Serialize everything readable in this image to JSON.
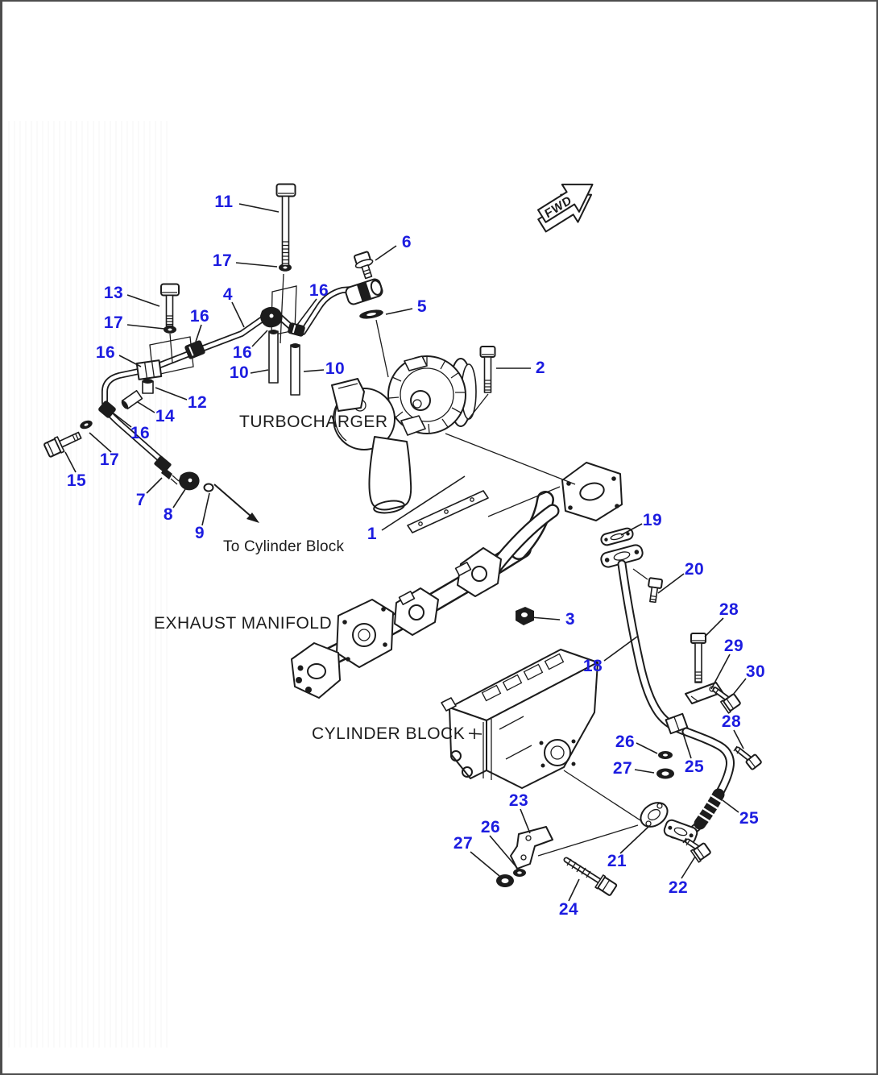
{
  "page": {
    "type": "exploded-parts-diagram",
    "subject": "turbocharger and exhaust manifold piping"
  },
  "colors": {
    "callout_blue": "#1c1ce0",
    "line_black": "#1c1c1c",
    "background": "#ffffff"
  },
  "labels": {
    "turbocharger": "TURBOCHARGER",
    "exhaust_manifold": "EXHAUST MANIFOLD",
    "cylinder_block": "CYLINDER BLOCK",
    "to_cylinder_block": "To Cylinder Block",
    "fwd": "FWD"
  },
  "callouts": [
    {
      "n": "11"
    },
    {
      "n": "17"
    },
    {
      "n": "6"
    },
    {
      "n": "13"
    },
    {
      "n": "4"
    },
    {
      "n": "16"
    },
    {
      "n": "17"
    },
    {
      "n": "5"
    },
    {
      "n": "16"
    },
    {
      "n": "16"
    },
    {
      "n": "16"
    },
    {
      "n": "10"
    },
    {
      "n": "10"
    },
    {
      "n": "2"
    },
    {
      "n": "12"
    },
    {
      "n": "14"
    },
    {
      "n": "16"
    },
    {
      "n": "17"
    },
    {
      "n": "15"
    },
    {
      "n": "7"
    },
    {
      "n": "8"
    },
    {
      "n": "9"
    },
    {
      "n": "1"
    },
    {
      "n": "19"
    },
    {
      "n": "20"
    },
    {
      "n": "3"
    },
    {
      "n": "28"
    },
    {
      "n": "29"
    },
    {
      "n": "30"
    },
    {
      "n": "18"
    },
    {
      "n": "26"
    },
    {
      "n": "27"
    },
    {
      "n": "25"
    },
    {
      "n": "28"
    },
    {
      "n": "25"
    },
    {
      "n": "23"
    },
    {
      "n": "26"
    },
    {
      "n": "27"
    },
    {
      "n": "21"
    },
    {
      "n": "22"
    },
    {
      "n": "24"
    }
  ]
}
